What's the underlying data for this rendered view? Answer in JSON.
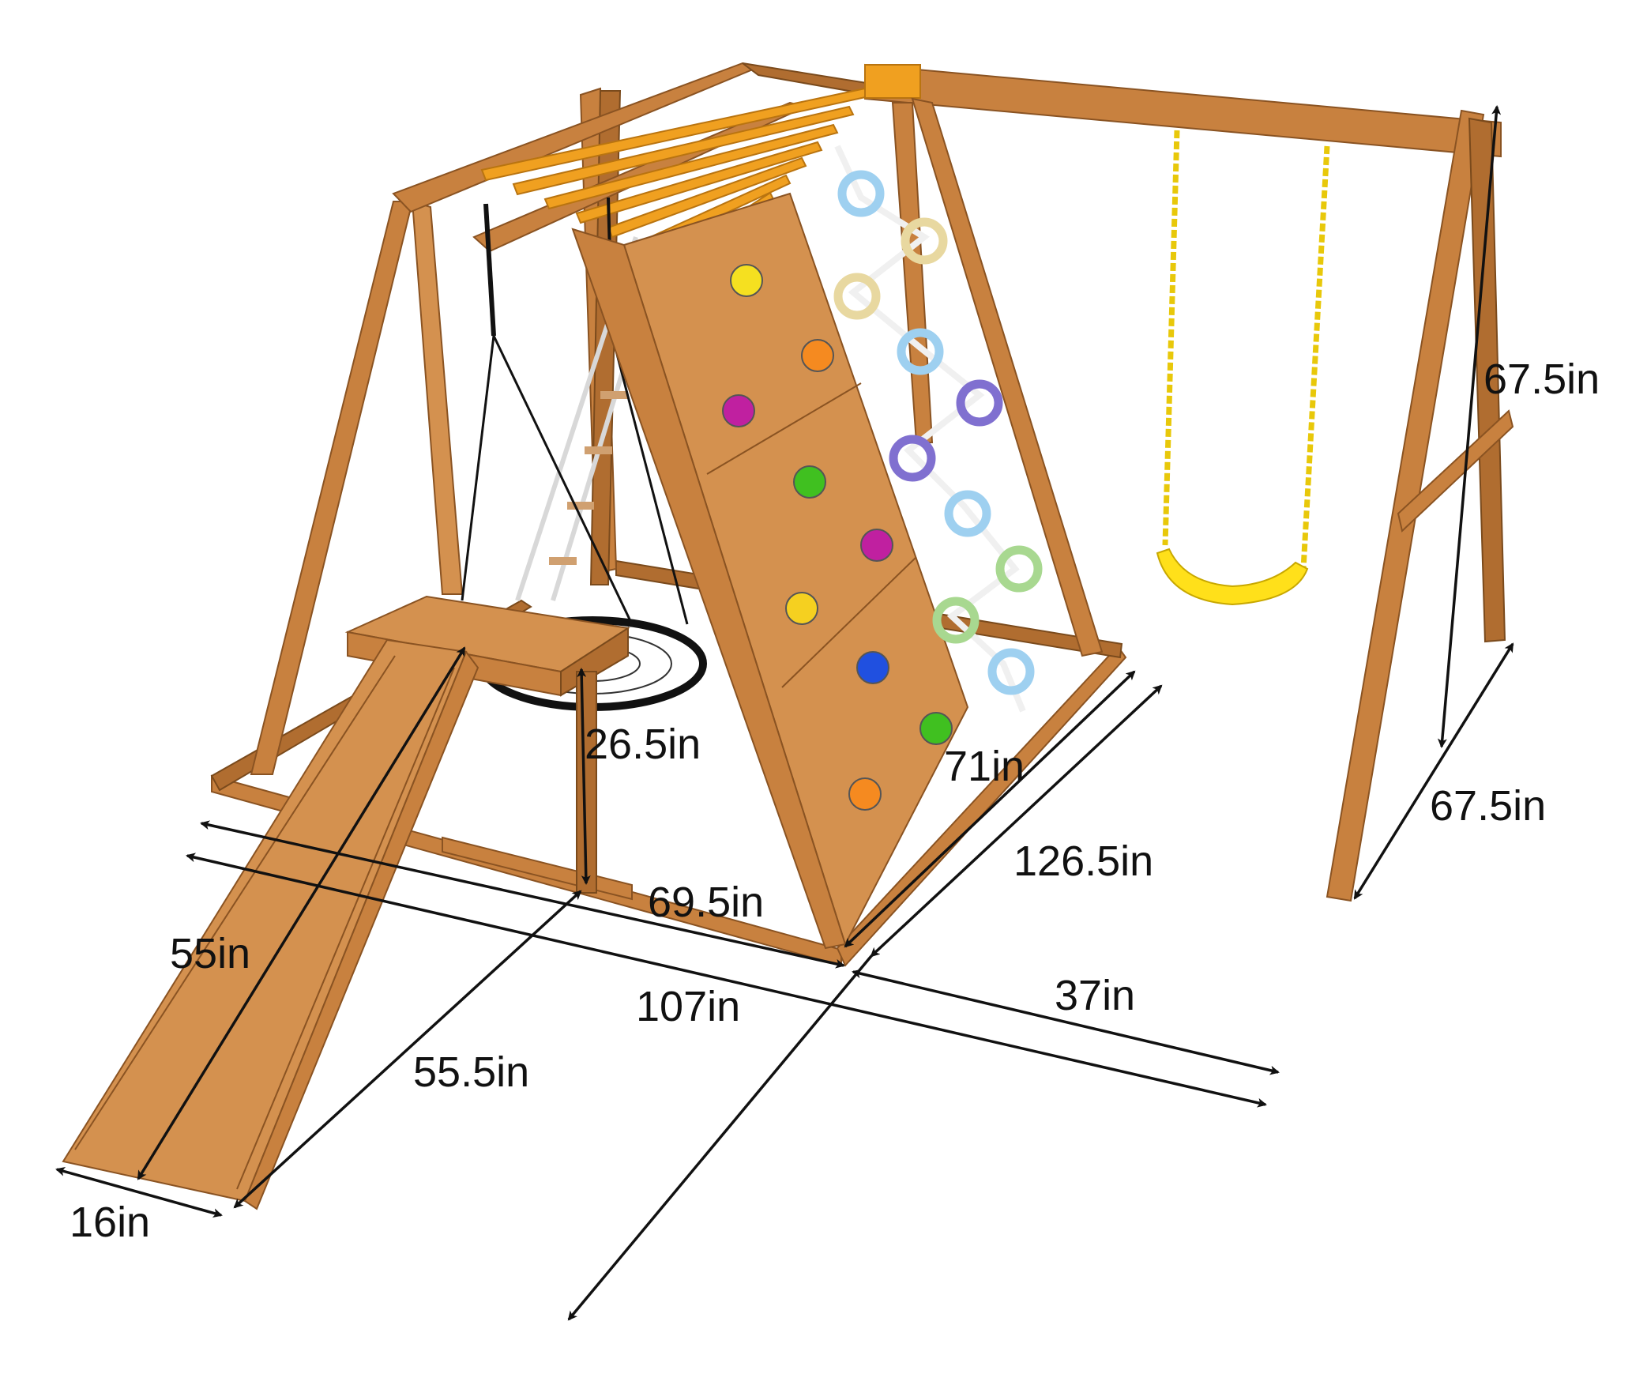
{
  "colors": {
    "wood": "#c8813f",
    "wood_edge": "#8a5322",
    "monkey_bars": "#f0a020",
    "swing_seat": "#ffe01a",
    "dimension_lines": "#111111"
  },
  "climbing_holds": [
    "#f5e020",
    "#f58a20",
    "#c020a0",
    "#40c020",
    "#c020a0",
    "#f5d020",
    "#2050e0",
    "#40c020",
    "#f58a20"
  ],
  "climbing_rings": [
    "#9ed0f0",
    "#e8d8a0",
    "#e8d8a0",
    "#9ed0f0",
    "#8070d0",
    "#8070d0",
    "#9ed0f0",
    "#a8d890",
    "#a8d890",
    "#9ed0f0"
  ],
  "dimensions": {
    "swing_height": "67.5in",
    "swing_depth": "67.5in",
    "platform_height": "26.5in",
    "wall_length": "71in",
    "overall_depth": "126.5in",
    "frame_width": "69.5in",
    "overall_width": "107in",
    "swing_width": "37in",
    "ramp_length": "55in",
    "ramp_depth": "55.5in",
    "ramp_width": "16in"
  }
}
